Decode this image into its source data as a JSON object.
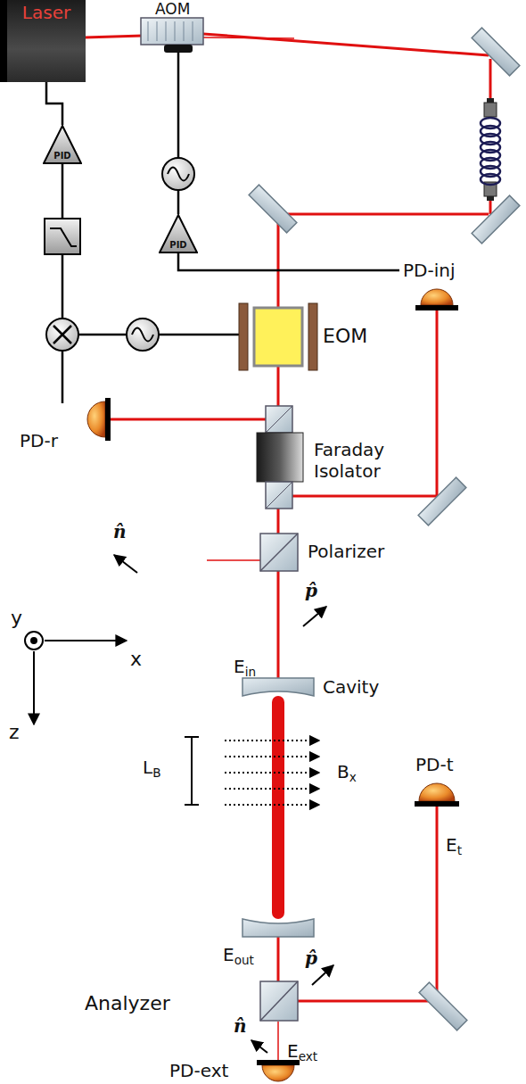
{
  "diagram": {
    "nodes": [
      {
        "text": [
          "Laser"
        ]
      },
      {
        "text": [
          "PID"
        ]
      },
      {
        "text": [
          "PID"
        ]
      }
    ],
    "edges": [
      {
        "from": 0,
        "to": 1,
        "arrow": "none"
      }
    ],
    "labels": [
      "AOM",
      "PD-inj",
      "EOM",
      "PD-r",
      "Faraday Isolator",
      "n̂",
      "Polarizer",
      "y",
      "x",
      "p̂",
      "Ein",
      "Cavity",
      "z",
      "LB",
      "Bx",
      "PD-t",
      "Eout",
      "Et",
      "p̂",
      "Analyzer",
      "n̂",
      "Eext",
      "PD-ext"
    ]
  }
}
